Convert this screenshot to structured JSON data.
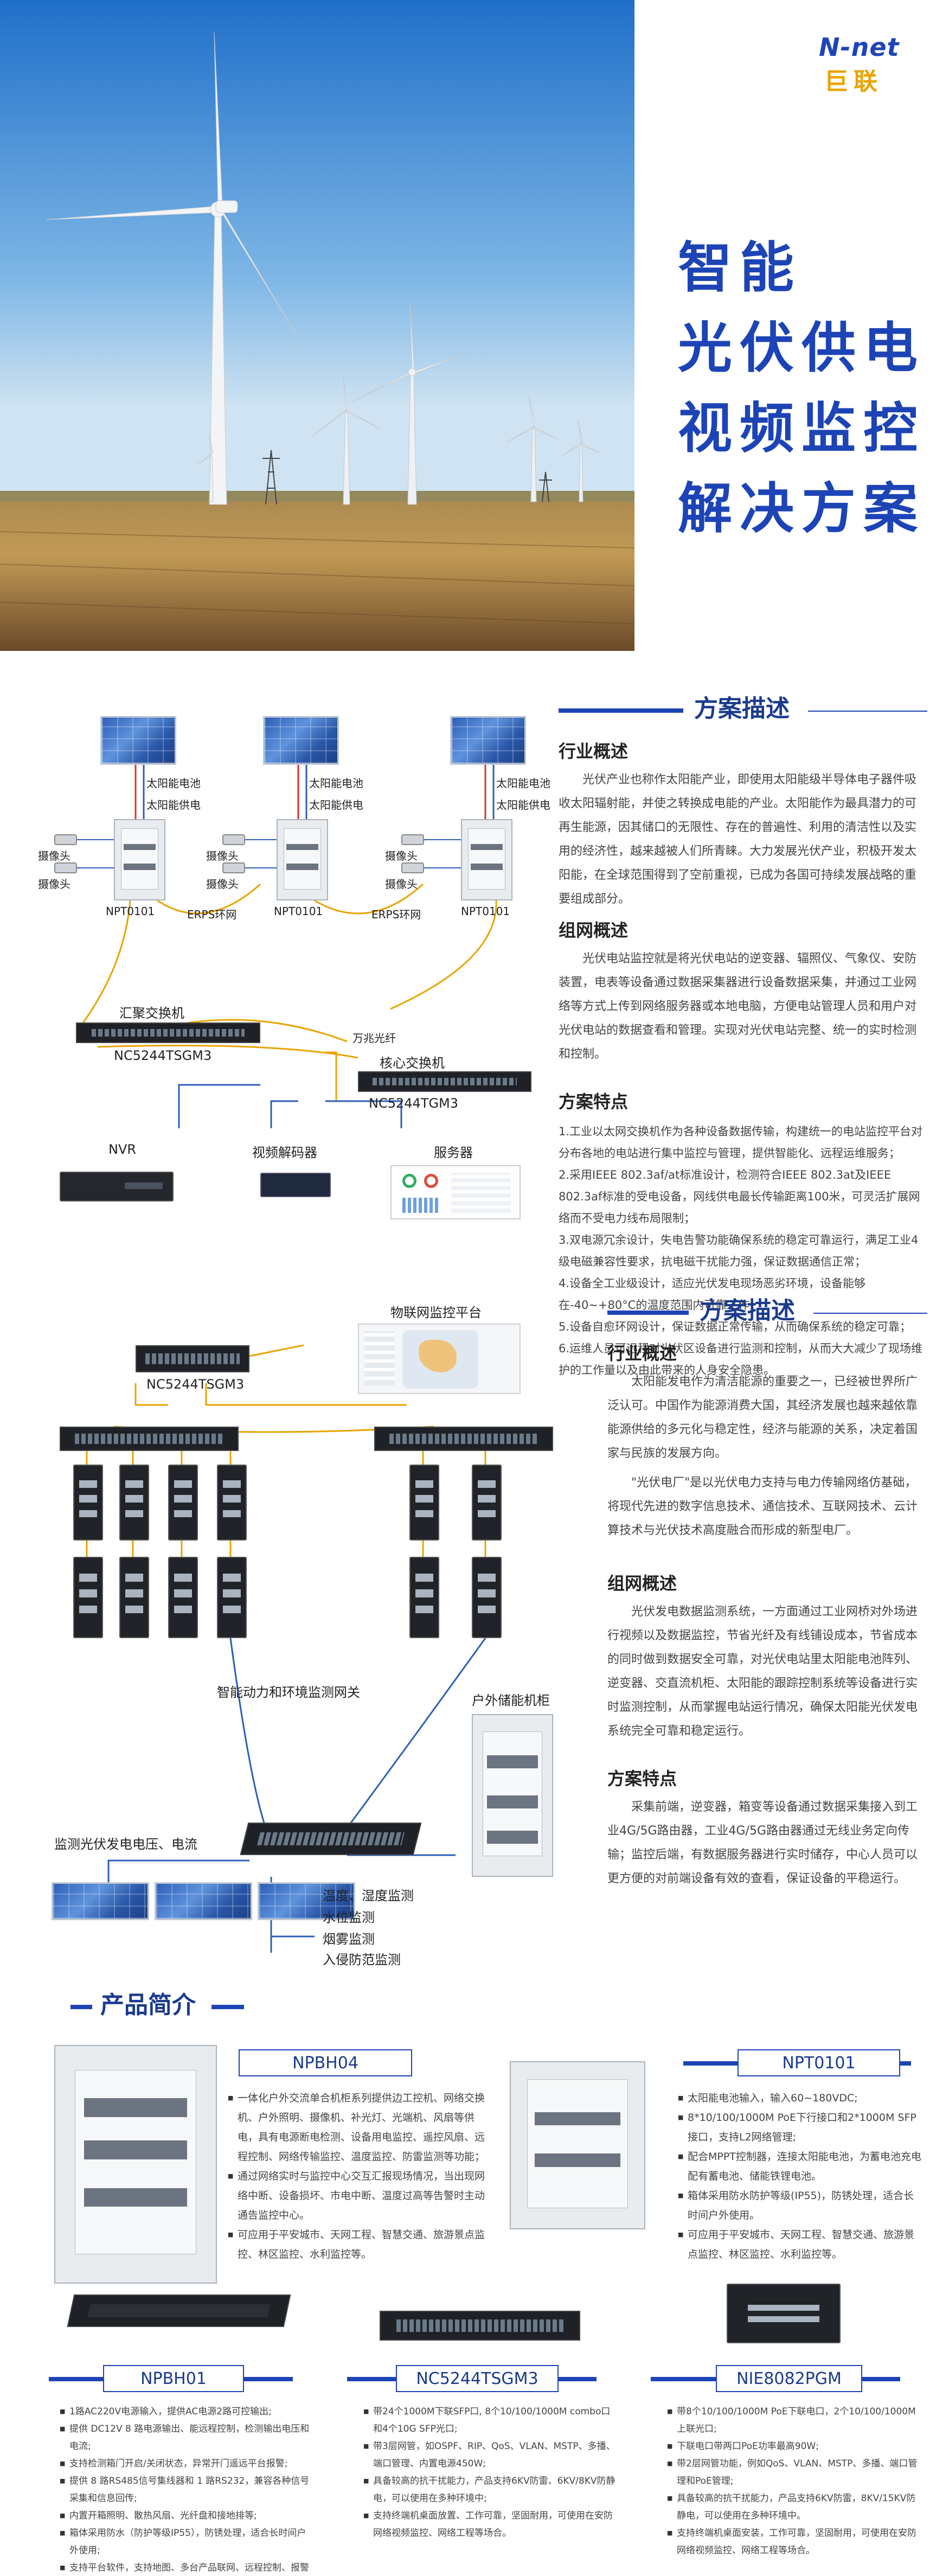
{
  "brand": {
    "logo_en": "N-net",
    "logo_cn": "巨联"
  },
  "hero": {
    "title_lines": [
      "智能",
      "光伏供电",
      "视频监控",
      "解决方案"
    ]
  },
  "section1": {
    "header": "方案描述",
    "diagram": {
      "solar_labels": [
        "太阳能电池",
        "太阳能供电",
        "太阳能电池",
        "太阳能供电",
        "太阳能电池",
        "太阳能供电"
      ],
      "camera_label": "摄像头",
      "cabinet_label": "NPT0101",
      "ring_label": "ERPS环网",
      "aggregation_switch": "汇聚交换机",
      "aggregation_model": "NC5244TSGM3",
      "fiber_label": "万兆光纤",
      "core_switch": "核心交换机",
      "core_model": "NC5244TGM3",
      "nvr": "NVR",
      "decoder": "视频解码器",
      "server": "服务器"
    },
    "industry_title": "行业概述",
    "industry_text": "光伏产业也称作太阳能产业，即使用太阳能级半导体电子器件吸收太阳辐射能，并使之转换成电能的产业。太阳能作为最具潜力的可再生能源，因其储口的无限性、存在的普遍性、利用的清洁性以及实用的经济性，越来越被人们所青睐。大力发展光伏产业，积极开发太阳能，在全球范围得到了空前重视，已成为各国可持续发展战略的重要组成部分。",
    "network_title": "组网概述",
    "network_text": "光伏电站监控就是将光伏电站的逆变器、辐照仪、气象仪、安防装置，电表等设备通过数据采集器进行设备数据采集，并通过工业网络等方式上传到网络服务器或本地电脑，方便电站管理人员和用户对光伏电站的数据查看和管理。实现对光伏电站完整、统一的实时检测和控制。",
    "features_title": "方案特点",
    "features": [
      "1.工业以太网交换机作为各种设备数据传输，构建统一的电站监控平台对分布各地的电站进行集中监控与管理，提供智能化、远程运维服务；",
      "2.采用IEEE 802.3af/at标准设计，检测符合IEEE 802.3at及IEEE 802.3af标准的受电设备，网线供电最长传输距离100米，可灵活扩展网络而不受电力线布局限制；",
      "3.双电源冗余设计，失电告警功能确保系统的稳定可靠运行，满足工业4级电磁兼容性要求，抗电磁干扰能力强，保证数据通信正常；",
      "4.设备全工业级设计，适应光伏发电现场恶劣环境，设备能够在-40~+80°C的温度范围内可靠工作；",
      "5.设备自愈环网设计，保证数据正常传输，从而确保系统的稳定可靠；",
      "6.运维人员可远程对光伏区设备进行监测和控制，从而大大减少了现场维护的工作量以及由此带来的人身安全隐患。"
    ]
  },
  "section2": {
    "header": "方案描述",
    "diagram": {
      "platform": "物联网监控平台",
      "top_model": "NC5244TSGM3",
      "gateway": "智能动力和环境监测网关",
      "outdoor_cabinet": "户外储能机柜",
      "pv_label": "监测光伏发电电压、电流",
      "sensors": [
        "温度、湿度监测",
        "水位监测",
        "烟雾监测",
        "入侵防范监测"
      ]
    },
    "industry_title": "行业概述",
    "industry_text_1": "太阳能发电作为清洁能源的重要之一，已经被世界所广泛认可。中国作为能源消费大国，其经济发展也越来越依靠能源供给的多元化与稳定性，经济与能源的关系，决定着国家与民族的发展方向。",
    "industry_text_2": "\"光伏电厂\"是以光伏电力支持与电力传输网络仿基础，将现代先进的数字信息技术、通信技术、互联网技术、云计算技术与光伏技术高度融合而形成的新型电厂。",
    "network_title": "组网概述",
    "network_text": "光伏发电数据监测系统，一方面通过工业网桥对外场进行视频以及数据监控，节省光纤及有线铺设成本，节省成本的同时做到数据安全可靠，对光伏电站里太阳能电池阵列、逆变器、交直流机柜、太阳能的跟踪控制系统等设备进行实时监测控制，从而掌握电站运行情况，确保太阳能光伏发电系统完全可靠和稳定运行。",
    "features_title": "方案特点",
    "features_text": "采集前端，逆变器，箱变等设备通过数据采集接入到工业4G/5G路由器，工业4G/5G路由器通过无线业务定向传输；监控后端，有数据服务器进行实时储存，中心人员可以更方便的对前端设备有效的查看，保证设备的平稳运行。"
  },
  "products": {
    "header": "产品简介",
    "items": [
      {
        "name": "NPBH04",
        "features": [
          "一体化户外交流单合机柜系列提供边工控机、网络交换机、户外照明、摄像机、补光灯、光端机、风扇等供电，具有电源断电检测、设备用电监控、遥控风扇、远程控制、网络传输监控、温度监控、防雷监测等功能；",
          "通过网络实时与监控中心交互汇报现场情况，当出现网络中断、设备损坏、市电中断、温度过高等告警时主动通告监控中心。",
          "可应用于平安城市、天网工程、智慧交通、旅游景点监控、林区监控、水利监控等。"
        ]
      },
      {
        "name": "NPT0101",
        "features": [
          "太阳能电池输入，输入60~180VDC;",
          "8*10/100/1000M PoE下行接口和2*1000M SFP接口，支持L2网络管理;",
          "配合MPPT控制器，连接太阳能电池，为蓄电池充电配有蓄电池、储能铁锂电池。",
          "箱体采用防水防护等级(IP55)，防锈处理，适合长时间户外使用。",
          "可应用于平安城市、天网工程、智慧交通、旅游景点监控、林区监控、水利监控等。"
        ]
      },
      {
        "name": "NPBH01",
        "features": [
          "1路AC220V电源输入，提供AC电源2路可控输出;",
          "提供 DC12V 8 路电源输出、能远程控制，检测输出电压和电流;",
          "支持检测箱门开启/关闭状态，异常开门遥远平台报警;",
          "提供 8 路RS485信号集线器和 1 路RS232，兼容各种信号采集和信息回传;",
          "内置开箱照明、散热风扇、光纤盘和接地排等;",
          "箱体采用防水（防护等级IP55），防锈处理，适合长时间户外使用;",
          "支持平台软件，支持地图、多台产品联网、远程控制、报警管理、运维、统计分析等功能。"
        ]
      },
      {
        "name": "NC5244TSGM3",
        "features": [
          "带24个1000M下联SFP口, 8个10/100/1000M combo口和4个10G SFP光口;",
          "带3层网管，如OSPF、RIP、QoS、VLAN、MSTP、多播、端口管理、内置电源450W;",
          "具备较高的抗干扰能力，产品支持6KV防雷、6KV/8KV防静电，可以使用在多种环境中;",
          "支持终端机桌面放置、工作可靠，坚固耐用，可使用在安防网络视频监控、网络工程等场合。"
        ]
      },
      {
        "name": "NIE8082PGM",
        "features": [
          "带8个10/100/1000M PoE下联电口，2个10/100/1000M上联光口;",
          "下联电口带两口PoE功率最高90W;",
          "带2层网管功能，例如QoS、VLAN、MSTP、多播、端口管理和PoE管理;",
          "具备较高的抗干扰能力，产品支持6KV防雷，8KV/15KV防静电，可以使用在多种环境中。",
          "支持终端机桌面安装，工作可靠，坚固耐用，可使用在安防网络视频监控、网络工程等场合。"
        ]
      }
    ]
  }
}
